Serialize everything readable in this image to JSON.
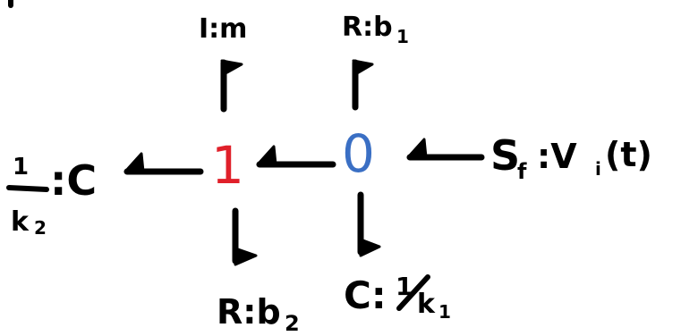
{
  "junctions": {
    "one": {
      "label": "1",
      "color": "#e0202a"
    },
    "zero": {
      "label": "0",
      "color": "#3a6fc4"
    }
  },
  "elements": {
    "inertia": "I:m",
    "damper_top": "R:b",
    "damper_top_sub": "1",
    "damper_bottom": "R:b",
    "damper_bottom_sub": "2",
    "compliance_bottom": "C:",
    "compliance_bottom_num": "1",
    "compliance_bottom_den": "k",
    "compliance_bottom_den_sub": "1",
    "compliance_left": ":C",
    "compliance_left_num": "1",
    "compliance_left_den": "k",
    "compliance_left_den_sub": "2",
    "source": "S",
    "source_sub": "f",
    "source_rest": ":V",
    "source_rest_sub": "i",
    "source_arg": "(t)"
  },
  "colors": {
    "ink": "#000000",
    "one_junction": "#e0202a",
    "zero_junction": "#3a6fc4"
  }
}
